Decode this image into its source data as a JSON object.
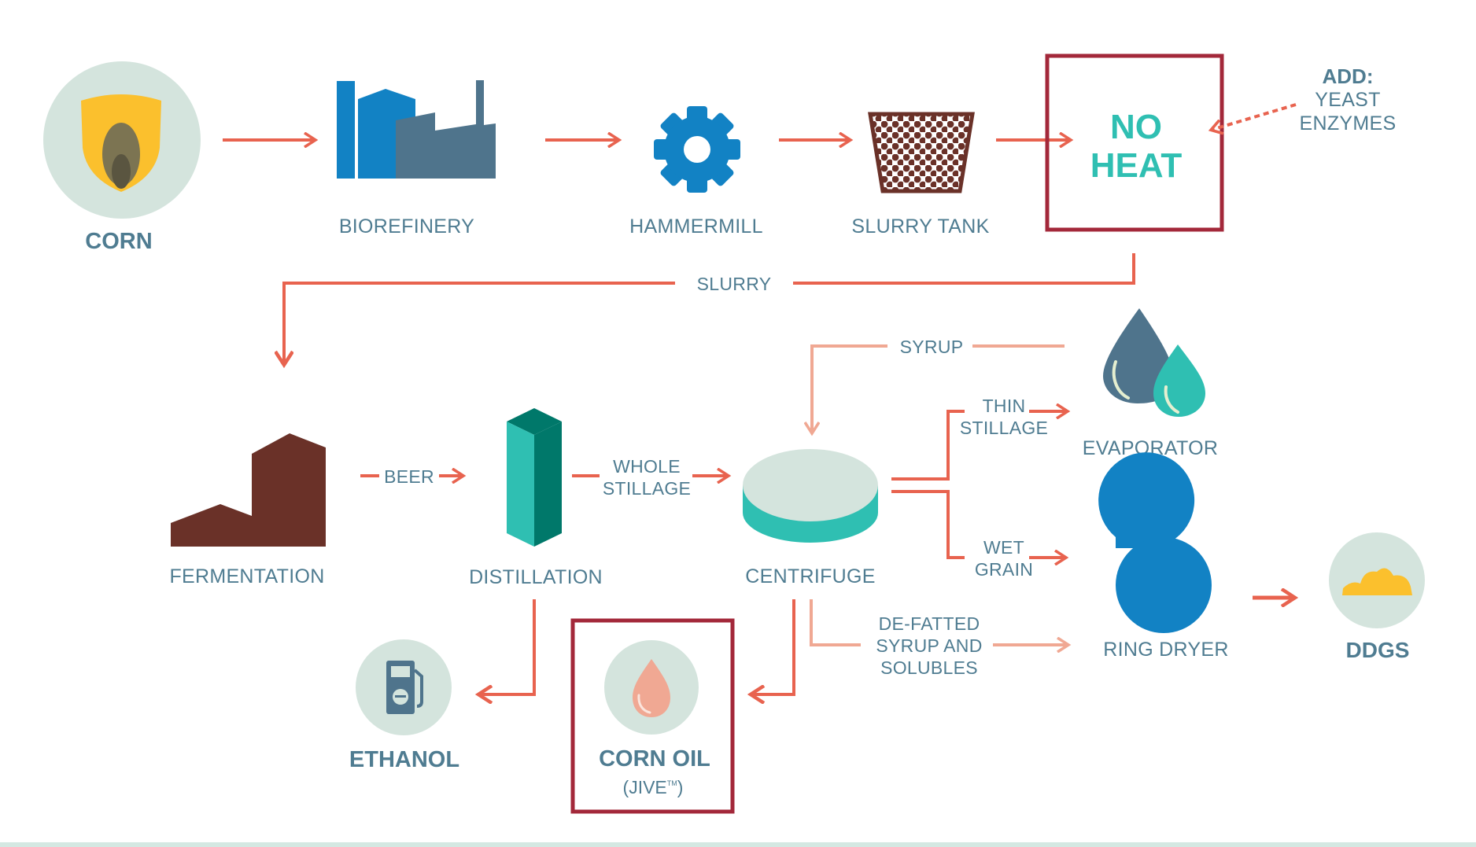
{
  "nodes": {
    "corn": "CORN",
    "biorefinery": "BIOREFINERY",
    "hammermill": "HAMMERMILL",
    "slurry_tank": "SLURRY TANK",
    "no_heat": [
      "NO",
      "HEAT"
    ],
    "fermentation": "FERMENTATION",
    "distillation": "DISTILLATION",
    "centrifuge": "CENTRIFUGE",
    "evaporator": "EVAPORATOR",
    "ring_dryer": "RING DRYER",
    "ddgs": "DDGS",
    "ethanol": "ETHANOL",
    "corn_oil": "CORN OIL",
    "corn_oil_sub": "(JIVE",
    "trademark": "TM",
    "corn_oil_sub_close": ")"
  },
  "add_note": {
    "title": "ADD:",
    "items": [
      "YEAST",
      "ENZYMES"
    ]
  },
  "flows": {
    "slurry": "SLURRY",
    "syrup": "SYRUP",
    "beer": "BEER",
    "whole_stillage": [
      "WHOLE",
      "STILLAGE"
    ],
    "thin_stillage": [
      "THIN",
      "STILLAGE"
    ],
    "wet_grain": [
      "WET",
      "GRAIN"
    ],
    "defatted": [
      "DE-FATTED",
      "SYRUP AND",
      "SOLUBLES"
    ]
  },
  "colors": {
    "arrow": "#e8634f",
    "arrow_light": "#f0a893",
    "label": "#4f7c91",
    "highlight_box": "#a3283a",
    "teal": "#2fbfb2",
    "circle_bg": "#d4e4dd",
    "biorefinery_blue": "#1282c4",
    "fermentation_brown": "#6a3128",
    "footer_bar": "#d4e8e2"
  },
  "icons": [
    "corn-kernel-icon",
    "factory-icon",
    "gear-icon",
    "slurry-tank-icon",
    "fermentation-building-icon",
    "distillation-column-icon",
    "centrifuge-icon",
    "droplets-icon",
    "ring-dryer-icon",
    "ddgs-pile-icon",
    "fuel-pump-icon",
    "oil-drop-icon"
  ]
}
